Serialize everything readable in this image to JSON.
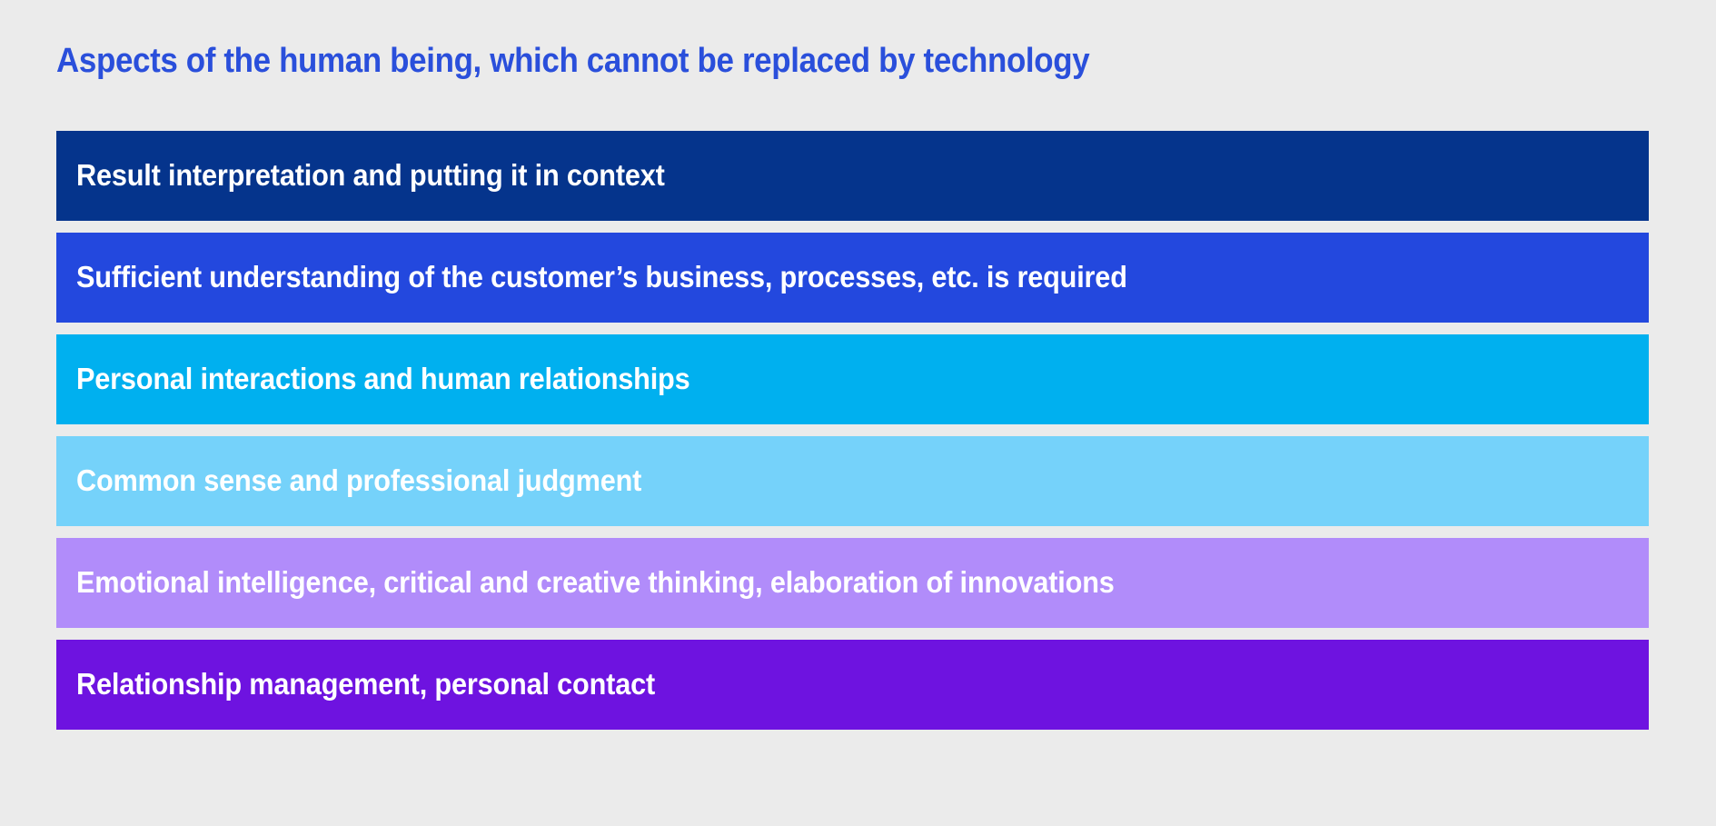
{
  "slide": {
    "title": "Aspects of the human being, which cannot be replaced by technology",
    "title_color": "#2a4fdb",
    "background_color": "#ebebeb",
    "text_color": "#ffffff"
  },
  "chart_data": {
    "type": "bar",
    "title": "Aspects of the human being, which cannot be replaced by technology",
    "xlabel": "",
    "ylabel": "",
    "legend": [],
    "grid": false,
    "orientation": "horizontal",
    "categories": [
      "Result interpretation and putting it in context",
      "Sufficient understanding of the customer’s business, processes, etc. is required",
      "Personal interactions and human relationships",
      "Common sense and professional judgment",
      "Emotional intelligence, critical and creative thinking, elaboration of innovations",
      "Relationship management, personal contact"
    ],
    "values": [
      1,
      1,
      1,
      1,
      1,
      1
    ],
    "colors": [
      "#05348c",
      "#2348de",
      "#00b0ef",
      "#75d2fa",
      "#b18cfa",
      "#6e13e0"
    ]
  },
  "bars": [
    {
      "label": "Result interpretation and putting it in context",
      "color": "#05348c"
    },
    {
      "label": "Sufficient understanding of the customer’s business, processes, etc. is required",
      "color": "#2348de"
    },
    {
      "label": "Personal interactions and human relationships",
      "color": "#00b0ef"
    },
    {
      "label": "Common sense and professional judgment",
      "color": "#75d2fa"
    },
    {
      "label": "Emotional intelligence, critical and creative thinking, elaboration of innovations",
      "color": "#b18cfa"
    },
    {
      "label": "Relationship management, personal contact",
      "color": "#6e13e0"
    }
  ]
}
